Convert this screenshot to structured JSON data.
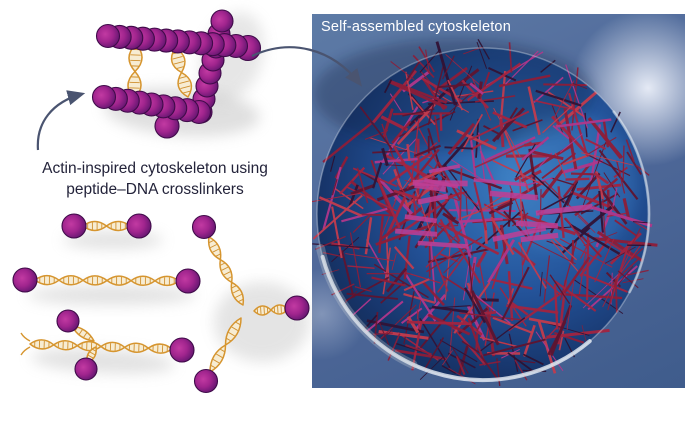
{
  "left_panel": {
    "caption_line1": "Actin-inspired cytoskeleton using",
    "caption_line2": "peptide–DNA crosslinkers",
    "caption_color": "#23233a"
  },
  "right_panel": {
    "title": "Self-assembled cytoskeleton",
    "title_color": "#ffffff",
    "bg_gradient_top": "#5d7ba6",
    "bg_gradient_bottom": "#3f5c8c",
    "glow_color": "#f5f8ff",
    "sphere": {
      "gradient_stops": [
        "#3a7cc0",
        "#24549b",
        "#17356b",
        "#122443"
      ],
      "rim_color": "#e8eff6",
      "rod_count": 430,
      "spike_count": 55,
      "streak_count": 14,
      "rod_palette": [
        "#a32440",
        "#8e1d38",
        "#c23c4e",
        "#5f1430",
        "#321336",
        "#b0378b"
      ],
      "spike_palette": [
        "#6b1530",
        "#8e1d38",
        "#2e1030"
      ],
      "streak_color": "#bf3f96"
    }
  },
  "artwork": {
    "arrow_color": "#4a5470",
    "dna_stroke": "#d6952f",
    "dna_fill": "#f7ecd2",
    "dna_rung": "#cf9030",
    "bead_stops": [
      "#c23aa2",
      "#a1258e",
      "#6d1875",
      "#4c0e57"
    ],
    "bead_outline": "#3f0b49",
    "shadow_color": "#a8a8a8"
  }
}
